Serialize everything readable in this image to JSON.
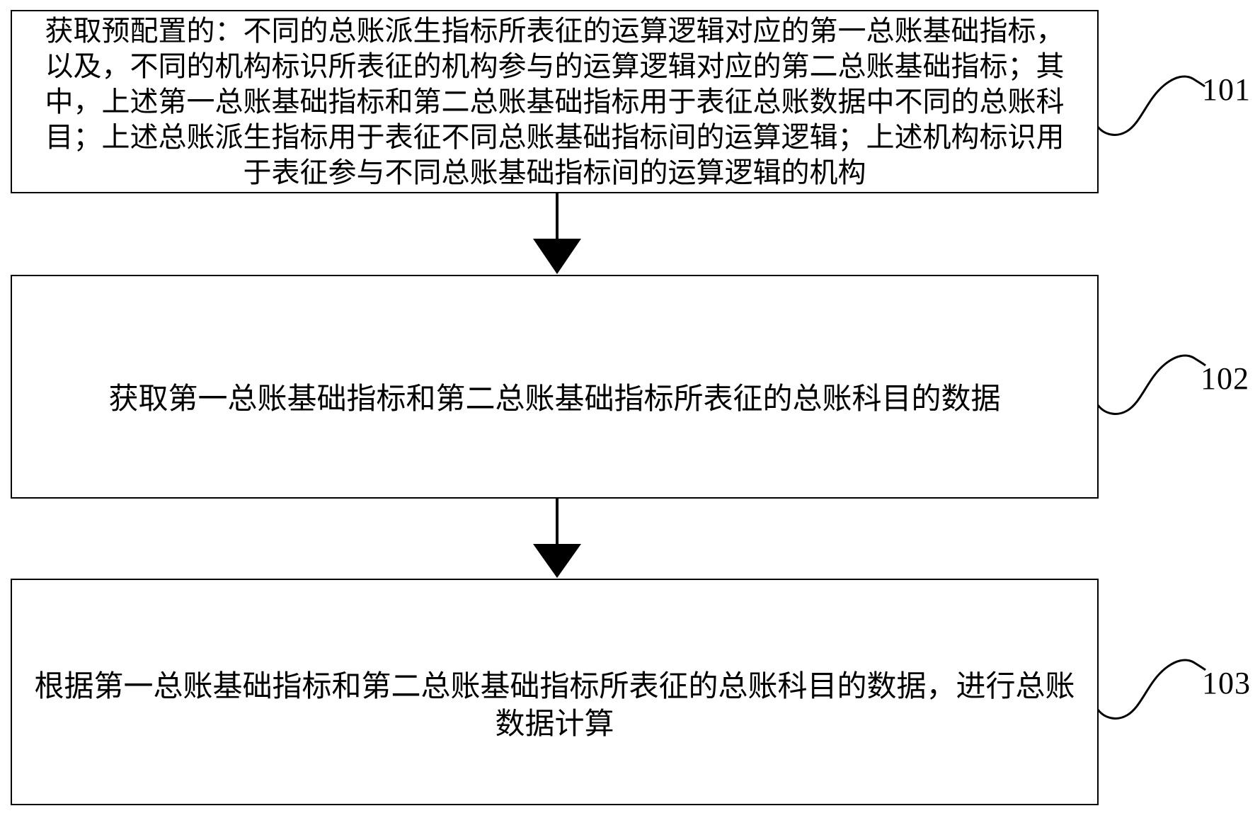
{
  "flowchart": {
    "colors": {
      "background": "#ffffff",
      "line": "#000000",
      "text": "#000000"
    },
    "steps": [
      {
        "ref": "101",
        "lines": [
          "获取预配置的：不同的总账派生指标所表征的运算逻辑对应的第一总账基础指标，",
          "以及，不同的机构标识所表征的机构参与的运算逻辑对应的第二总账基础指标；其",
          "中，上述第一总账基础指标和第二总账基础指标用于表征总账数据中不同的总账科",
          "目；上述总账派生指标用于表征不同总账基础指标间的运算逻辑；上述机构标识用",
          "于表征参与不同总账基础指标间的运算逻辑的机构"
        ]
      },
      {
        "ref": "102",
        "lines": [
          "获取第一总账基础指标和第二总账基础指标所表征的总账科目的数据"
        ]
      },
      {
        "ref": "103",
        "lines": [
          "根据第一总账基础指标和第二总账基础指标所表征的总账科目的数据，进行总账",
          "数据计算"
        ]
      }
    ]
  }
}
